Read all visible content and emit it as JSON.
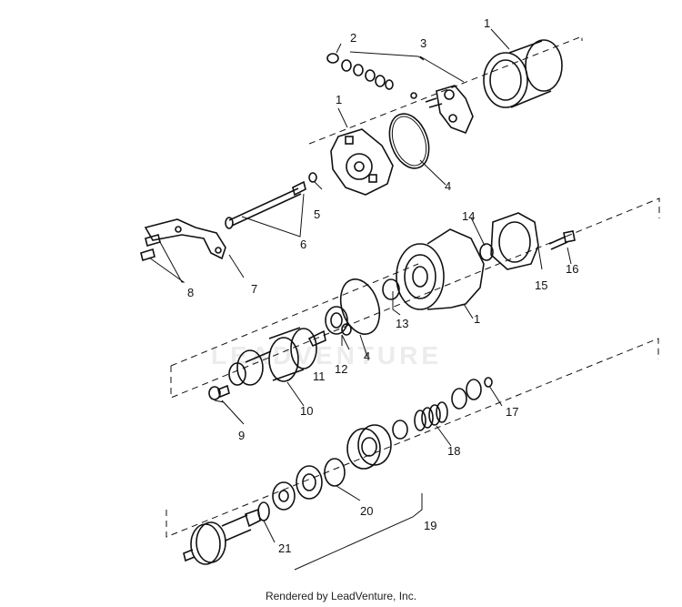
{
  "diagram": {
    "callouts": [
      "1",
      "2",
      "3",
      "1",
      "4",
      "5",
      "6",
      "7",
      "8",
      "14",
      "16",
      "15",
      "1",
      "13",
      "4",
      "12",
      "11",
      "10",
      "9",
      "17",
      "18",
      "20",
      "19",
      "21"
    ]
  },
  "watermark": "LEADVENTURE",
  "footer": {
    "text": "Rendered by LeadVenture, Inc."
  }
}
